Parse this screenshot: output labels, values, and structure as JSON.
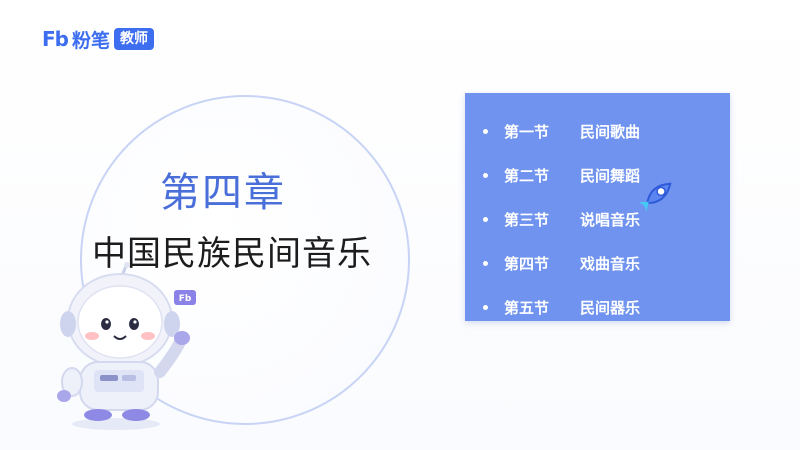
{
  "brand": {
    "mark": "Fb",
    "name": "粉笔",
    "badge": "教师"
  },
  "title": {
    "chapter": "第四章",
    "subtitle": "中国民族民间音乐"
  },
  "sections": [
    {
      "num": "第一节",
      "name": "民间歌曲"
    },
    {
      "num": "第二节",
      "name": "民间舞蹈"
    },
    {
      "num": "第三节",
      "name": "说唱音乐"
    },
    {
      "num": "第四节",
      "name": "戏曲音乐"
    },
    {
      "num": "第五节",
      "name": "民间器乐"
    }
  ],
  "mascot": {
    "badge": "Fb"
  },
  "colors": {
    "brand": "#3e6ef0",
    "panel": "#6f93ee",
    "chapter": "#4a6fd8"
  }
}
